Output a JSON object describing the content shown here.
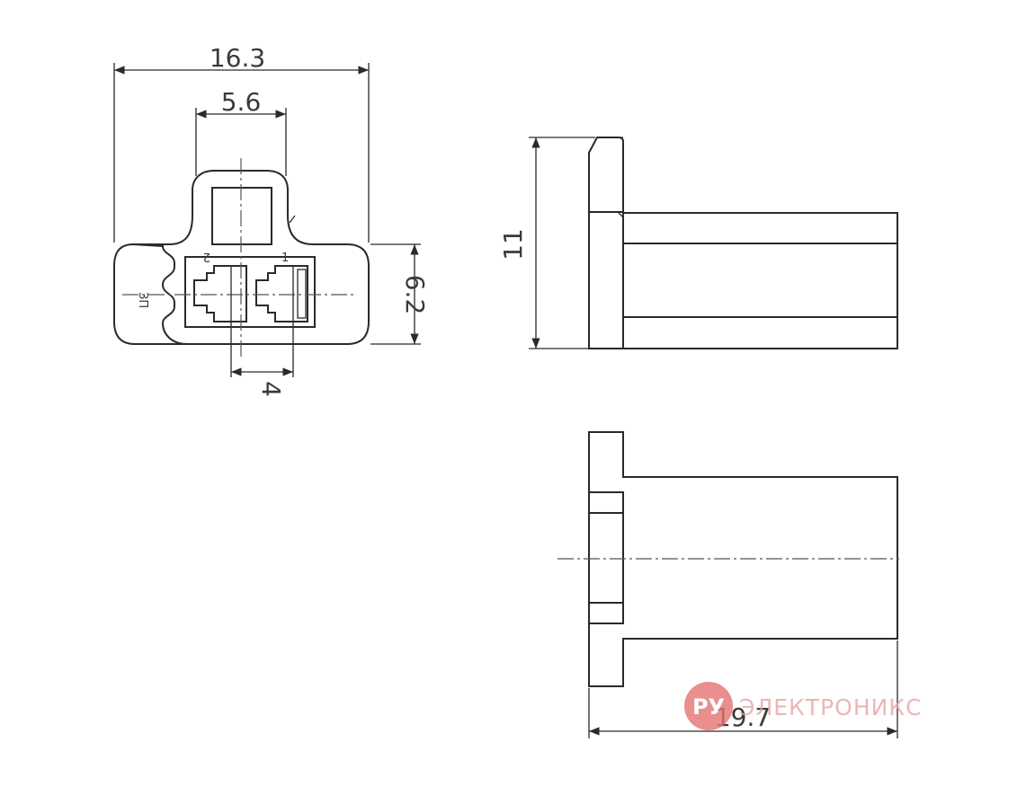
{
  "dimensions": {
    "overall_width": "16.3",
    "slot_width": "5.6",
    "height_front": "6.2",
    "pin_pitch": "4",
    "side_height": "11",
    "length": "19.7"
  },
  "pin_labels": {
    "pin1": "1",
    "pin2": "2"
  },
  "marking": "ЗП",
  "watermark": {
    "logo": "РУ",
    "text": "ЭЛЕКТРОНИКС",
    "color": "#e57373"
  }
}
